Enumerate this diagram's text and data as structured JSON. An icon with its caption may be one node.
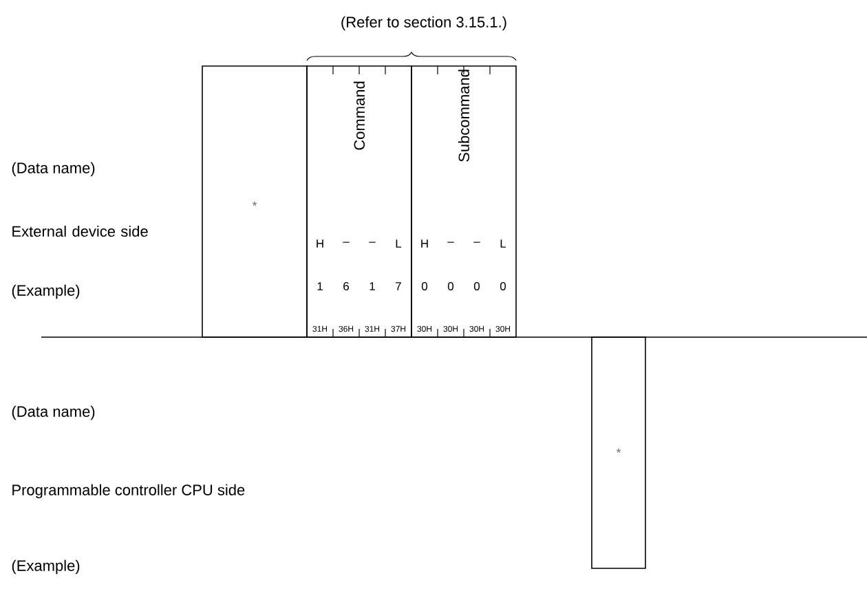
{
  "diagram": {
    "nodes": [
      {
        "text": [
          "*"
        ]
      },
      {
        "text": [
          "Command",
          "H",
          "–",
          "–",
          "L",
          "1",
          "6",
          "1",
          "7",
          "31H",
          "36H",
          "31H",
          "37H"
        ]
      },
      {
        "text": [
          "Subcommand",
          "H",
          "–",
          "–",
          "L",
          "0",
          "0",
          "0",
          "0",
          "30H",
          "30H",
          "30H",
          "30H"
        ]
      },
      {
        "text": [
          "*"
        ]
      }
    ],
    "labels": [
      "(Refer to section 3.15.1.)",
      "(Data name)",
      "External device side",
      "(Example)",
      "(Data name)",
      "Programmable controller CPU side",
      "(Example)"
    ]
  }
}
